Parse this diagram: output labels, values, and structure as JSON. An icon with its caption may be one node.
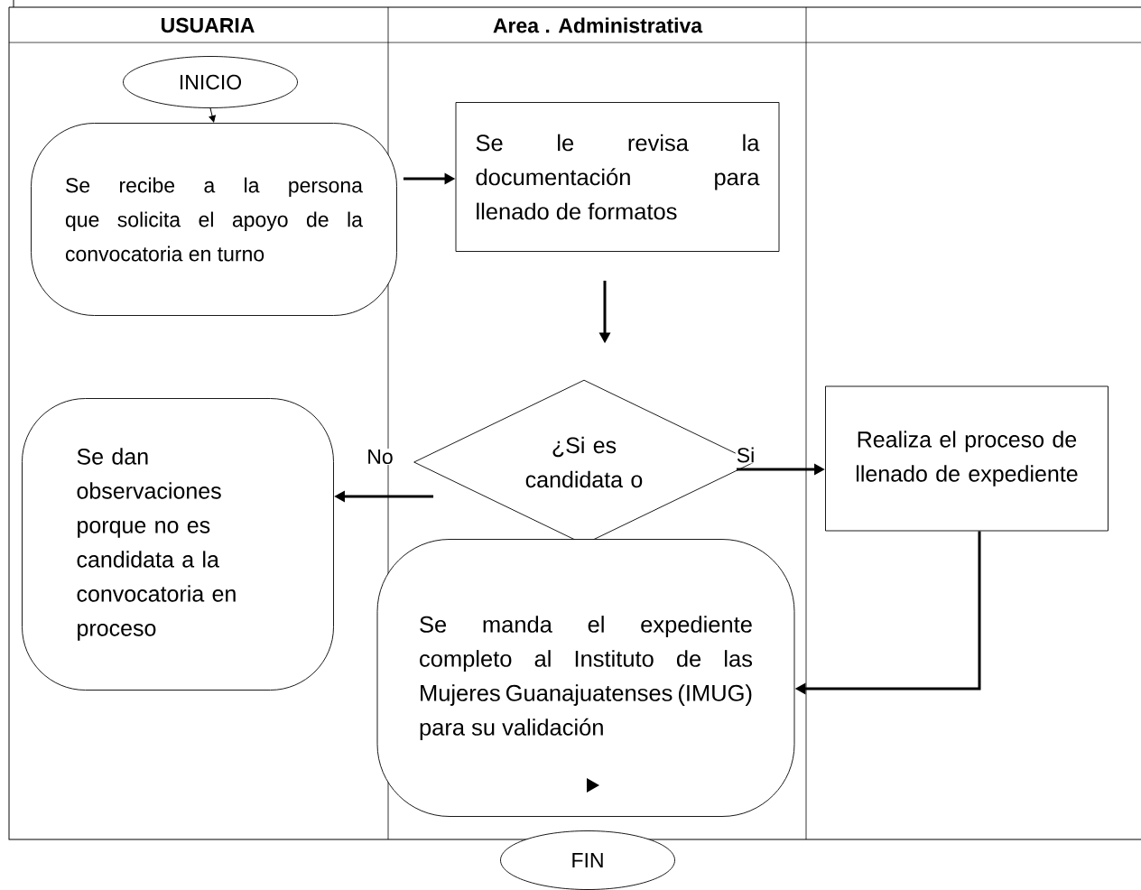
{
  "diagram": {
    "nodes": [
      {
        "text": [
          "INICIO"
        ]
      },
      {
        "text": [
          "Se recibe a la persona que solicita el apoyo de la convocatoria en turno"
        ]
      },
      {
        "text": [
          "Se le revisa la documentación para llenado de formatos"
        ]
      },
      {
        "text": [
          "¿Si es candidata o"
        ]
      },
      {
        "text": [
          "Realiza el proceso de llenado de expediente"
        ]
      },
      {
        "text": [
          "Se dan observaciones porque no es candidata a la convocatoria en proceso"
        ]
      },
      {
        "text": [
          "Se manda el expediente completo al Instituto de las Mujeres Guanajuatenses (IMUG) para su validación"
        ]
      },
      {
        "text": [
          "FIN"
        ]
      }
    ],
    "edges": [
      {
        "from": 0,
        "to": 1,
        "arrow": "to"
      },
      {
        "from": 1,
        "to": 2,
        "arrow": "to"
      },
      {
        "from": 2,
        "to": 3,
        "arrow": "to"
      },
      {
        "from": 3,
        "to": 5,
        "arrow": "to",
        "label": "No"
      },
      {
        "from": 3,
        "to": 4,
        "arrow": "to",
        "label": "Si"
      },
      {
        "from": 4,
        "to": 6,
        "arrow": "to"
      }
    ],
    "labels": [
      "USUARIA",
      "Area . Administrativa"
    ]
  }
}
